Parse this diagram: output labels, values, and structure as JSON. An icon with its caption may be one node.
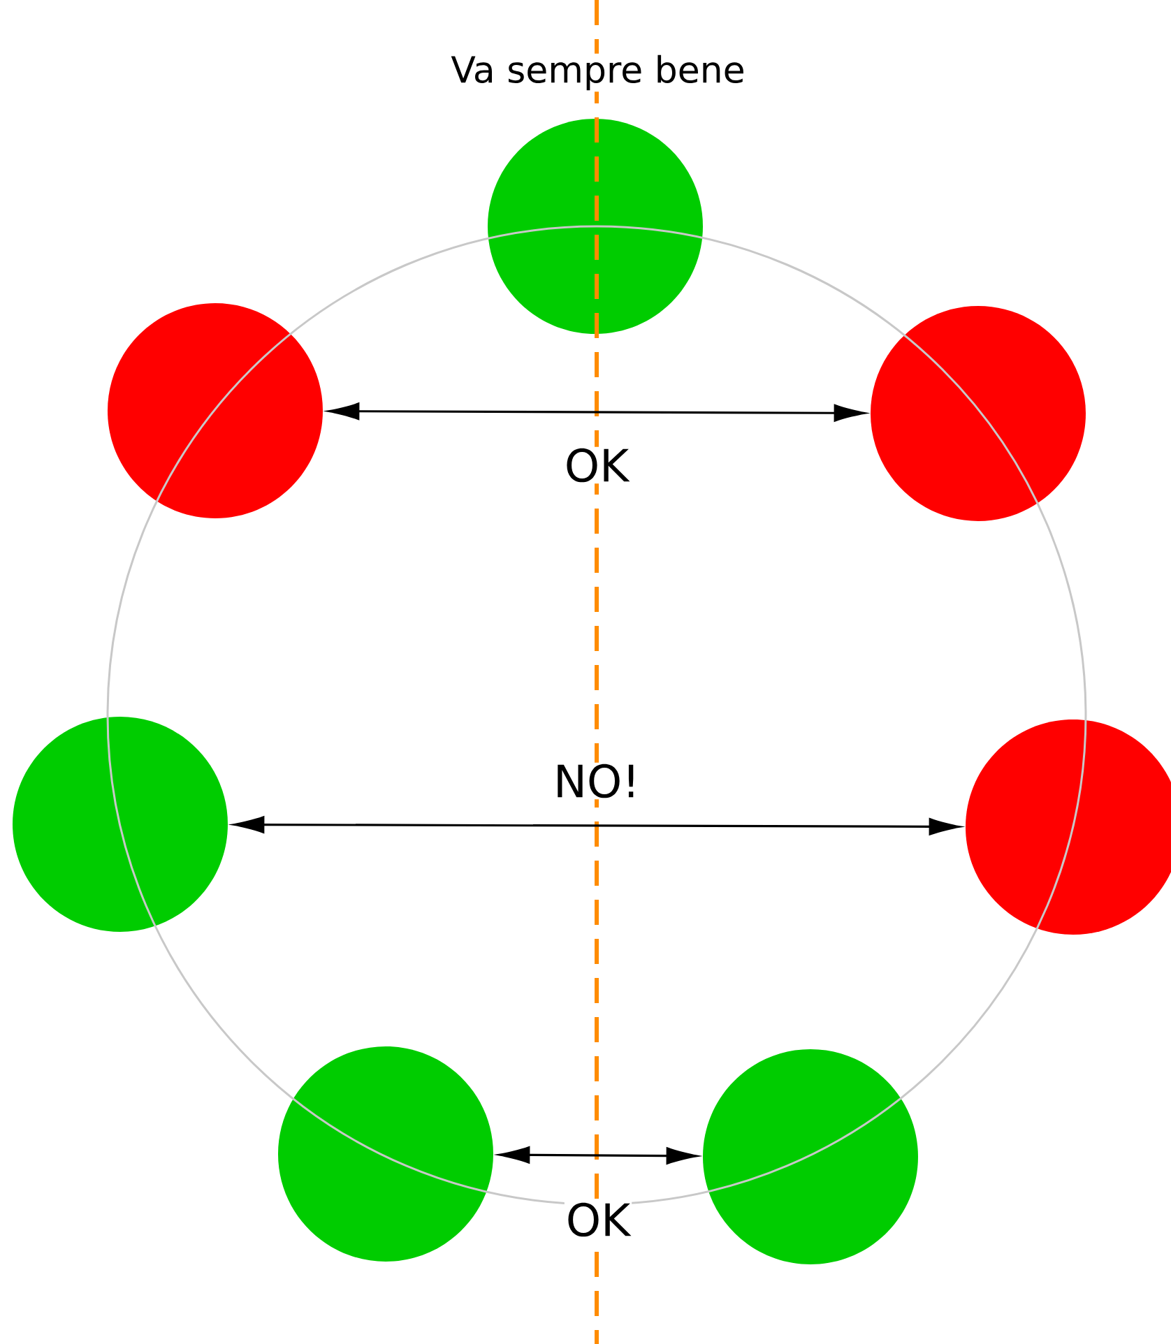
{
  "diagram": {
    "nodes": [
      {
        "text": [],
        "shape": "circle",
        "beside": [
          "Va sempre bene"
        ]
      },
      {
        "text": [],
        "shape": "circle"
      },
      {
        "text": [],
        "shape": "circle"
      },
      {
        "text": [],
        "shape": "circle"
      },
      {
        "text": [],
        "shape": "circle"
      },
      {
        "text": [],
        "shape": "circle"
      },
      {
        "text": [],
        "shape": "circle"
      }
    ],
    "edges": [
      {
        "from": 1,
        "to": 2,
        "arrow": "both",
        "label": "OK"
      },
      {
        "from": 3,
        "to": 4,
        "arrow": "both",
        "label": "NO!"
      },
      {
        "from": 5,
        "to": 6,
        "arrow": "both",
        "label": "OK"
      }
    ]
  }
}
